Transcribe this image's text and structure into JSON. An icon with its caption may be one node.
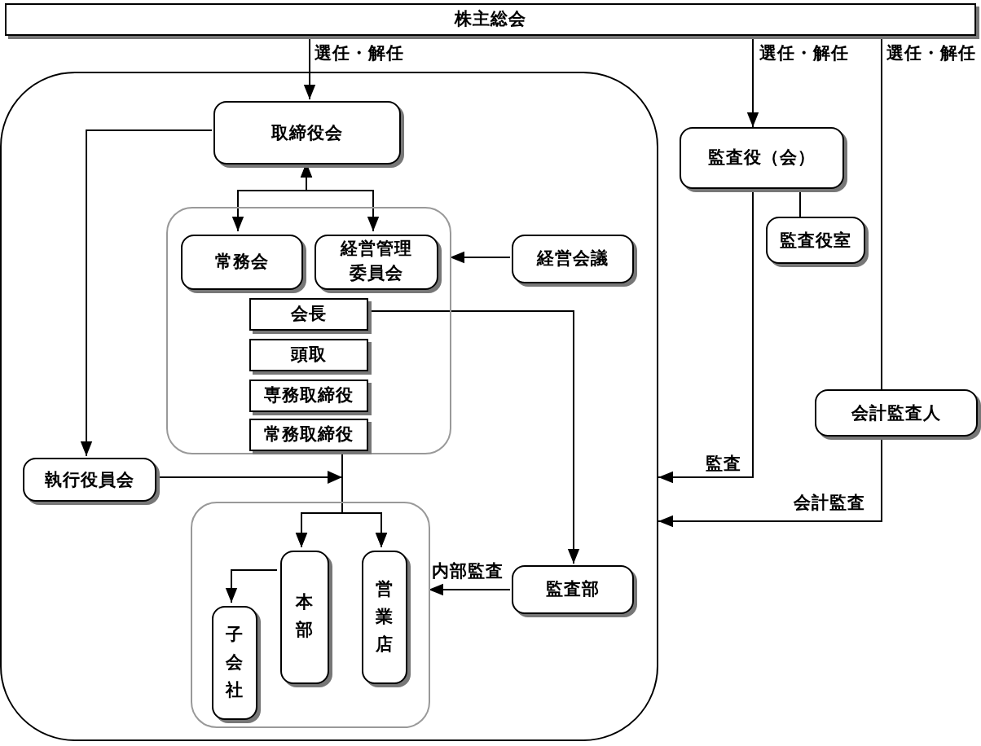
{
  "diagram": {
    "nodes": [
      {
        "text": [
          "株主総会"
        ]
      },
      {
        "text": [],
        "shape": "box"
      },
      {
        "text": [
          "取締役会"
        ],
        "in": 1
      },
      {
        "text": [],
        "shape": "box",
        "in": 1
      },
      {
        "text": [
          "常務会"
        ],
        "in": 3
      },
      {
        "text": [
          "経営管理委員会"
        ],
        "in": 3
      },
      {
        "text": [
          "経営会議"
        ],
        "in": 1
      },
      {
        "text": [
          "会長"
        ],
        "in": 3
      },
      {
        "text": [
          "頭取"
        ],
        "in": 3
      },
      {
        "text": [
          "専務取締役"
        ],
        "in": 3
      },
      {
        "text": [
          "常務取締役"
        ],
        "in": 3
      },
      {
        "text": [
          "執行役員会"
        ],
        "in": 1
      },
      {
        "text": [],
        "shape": "box",
        "in": 1
      },
      {
        "text": [
          "本部"
        ],
        "in": 12
      },
      {
        "text": [
          "営業店"
        ],
        "in": 12
      },
      {
        "text": [
          "子会社"
        ],
        "in": 12
      },
      {
        "text": [
          "監査部"
        ],
        "in": 1
      },
      {
        "text": [
          "監査役（会）"
        ]
      },
      {
        "text": [
          "監査役室"
        ]
      },
      {
        "text": [
          "会計監査人"
        ]
      }
    ],
    "edges": [
      {
        "from": 0,
        "to": 2,
        "arrow": "to",
        "label": "選任・解任"
      },
      {
        "from": 0,
        "to": 17,
        "arrow": "to",
        "label": "選任・解任"
      },
      {
        "from": 0,
        "to": 19,
        "arrow": "none",
        "label": "選任・解任"
      },
      {
        "from": 2,
        "to": 4,
        "arrow": "both"
      },
      {
        "from": 2,
        "to": 5,
        "arrow": "both"
      },
      {
        "from": 6,
        "to": 3,
        "arrow": "to"
      },
      {
        "from": 2,
        "to": 11,
        "arrow": "to"
      },
      {
        "from": 7,
        "to": 16,
        "arrow": "to"
      },
      {
        "from": 3,
        "to": 13,
        "arrow": "to"
      },
      {
        "from": 3,
        "to": 14,
        "arrow": "to"
      },
      {
        "from": 11,
        "to": 13,
        "arrow": "to"
      },
      {
        "from": 11,
        "to": 14,
        "arrow": "to"
      },
      {
        "from": 13,
        "to": 15,
        "arrow": "to"
      },
      {
        "from": 16,
        "to": 12,
        "arrow": "to",
        "label": "内部監査"
      },
      {
        "from": 17,
        "to": 18,
        "arrow": "none"
      },
      {
        "from": 17,
        "to": 1,
        "arrow": "to",
        "label": "監査"
      },
      {
        "from": 19,
        "to": 1,
        "arrow": "to",
        "label": "会計監査"
      }
    ]
  }
}
